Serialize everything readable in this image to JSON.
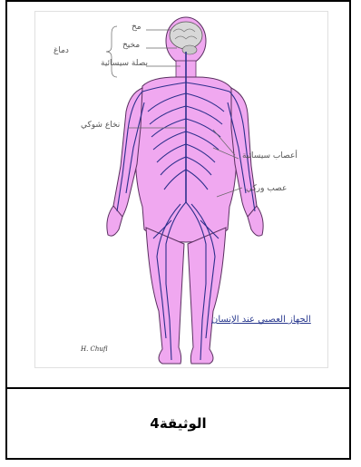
{
  "labels": {
    "brain": "دماغ",
    "cerebrum": "مخ",
    "cerebellum": "مخيخ",
    "medulla": "بصلة سيسائية",
    "spinal_cord": "نخاع شوكي",
    "spinal_nerves": "أعصاب سيسائية",
    "sciatic_nerve": "عصب وركي"
  },
  "figure_title": "الجهاز العصبي عند الإنسان",
  "signature": "H. Chufl",
  "caption": "الوثيقة4",
  "colors": {
    "body_fill": "#f0a8f0",
    "body_outline": "#5a3060",
    "nerve": "#2c2f8c",
    "brain": "#d8d8d8"
  }
}
